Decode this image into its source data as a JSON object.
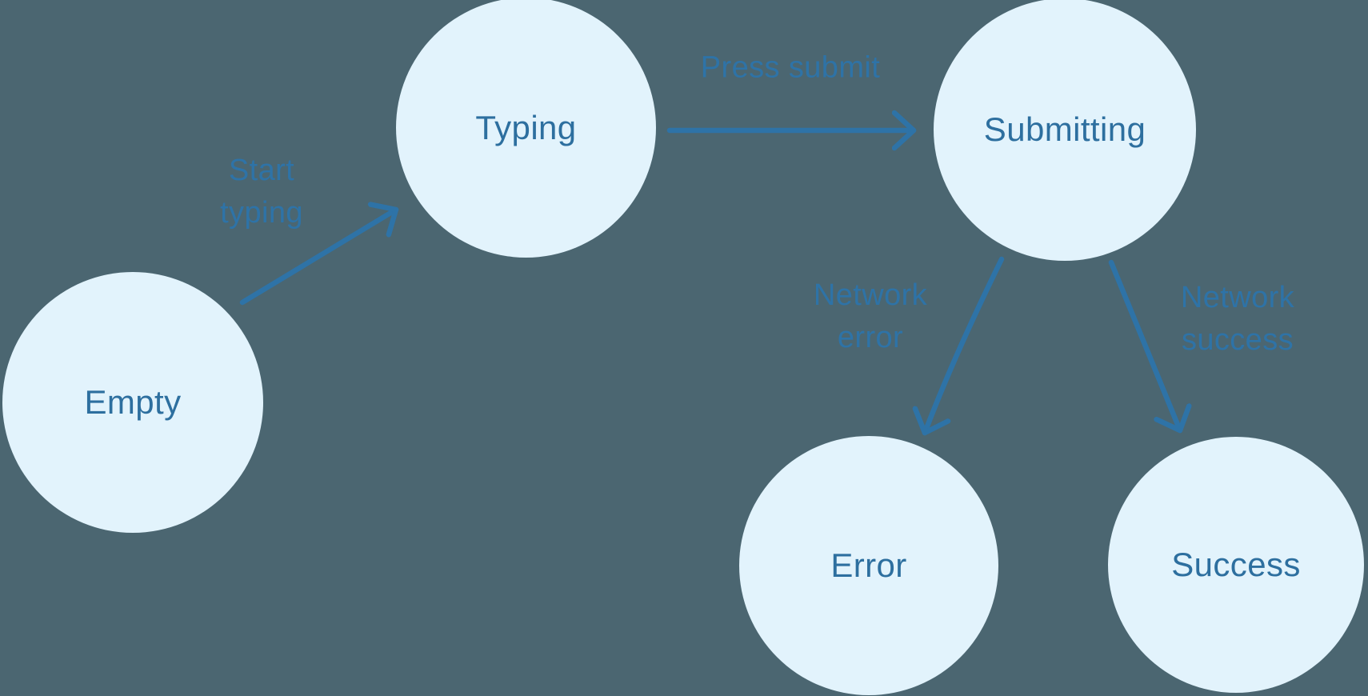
{
  "diagram": {
    "type": "state-machine",
    "states": [
      {
        "id": "empty",
        "label": "Empty"
      },
      {
        "id": "typing",
        "label": "Typing"
      },
      {
        "id": "submitting",
        "label": "Submitting"
      },
      {
        "id": "error",
        "label": "Error"
      },
      {
        "id": "success",
        "label": "Success"
      }
    ],
    "transitions": [
      {
        "event": "Start typing",
        "from": "empty",
        "to": "typing"
      },
      {
        "event": "Press submit",
        "from": "typing",
        "to": "submitting"
      },
      {
        "event": "Network error",
        "from": "submitting",
        "to": "error"
      },
      {
        "event": "Network success",
        "from": "submitting",
        "to": "success"
      }
    ],
    "colors": {
      "background": "#4b6671",
      "node_fill": "#e2f3fc",
      "node_text": "#2d6f9f",
      "arrow": "#2e73a7",
      "transition_label_text": "#2e73a7"
    }
  }
}
